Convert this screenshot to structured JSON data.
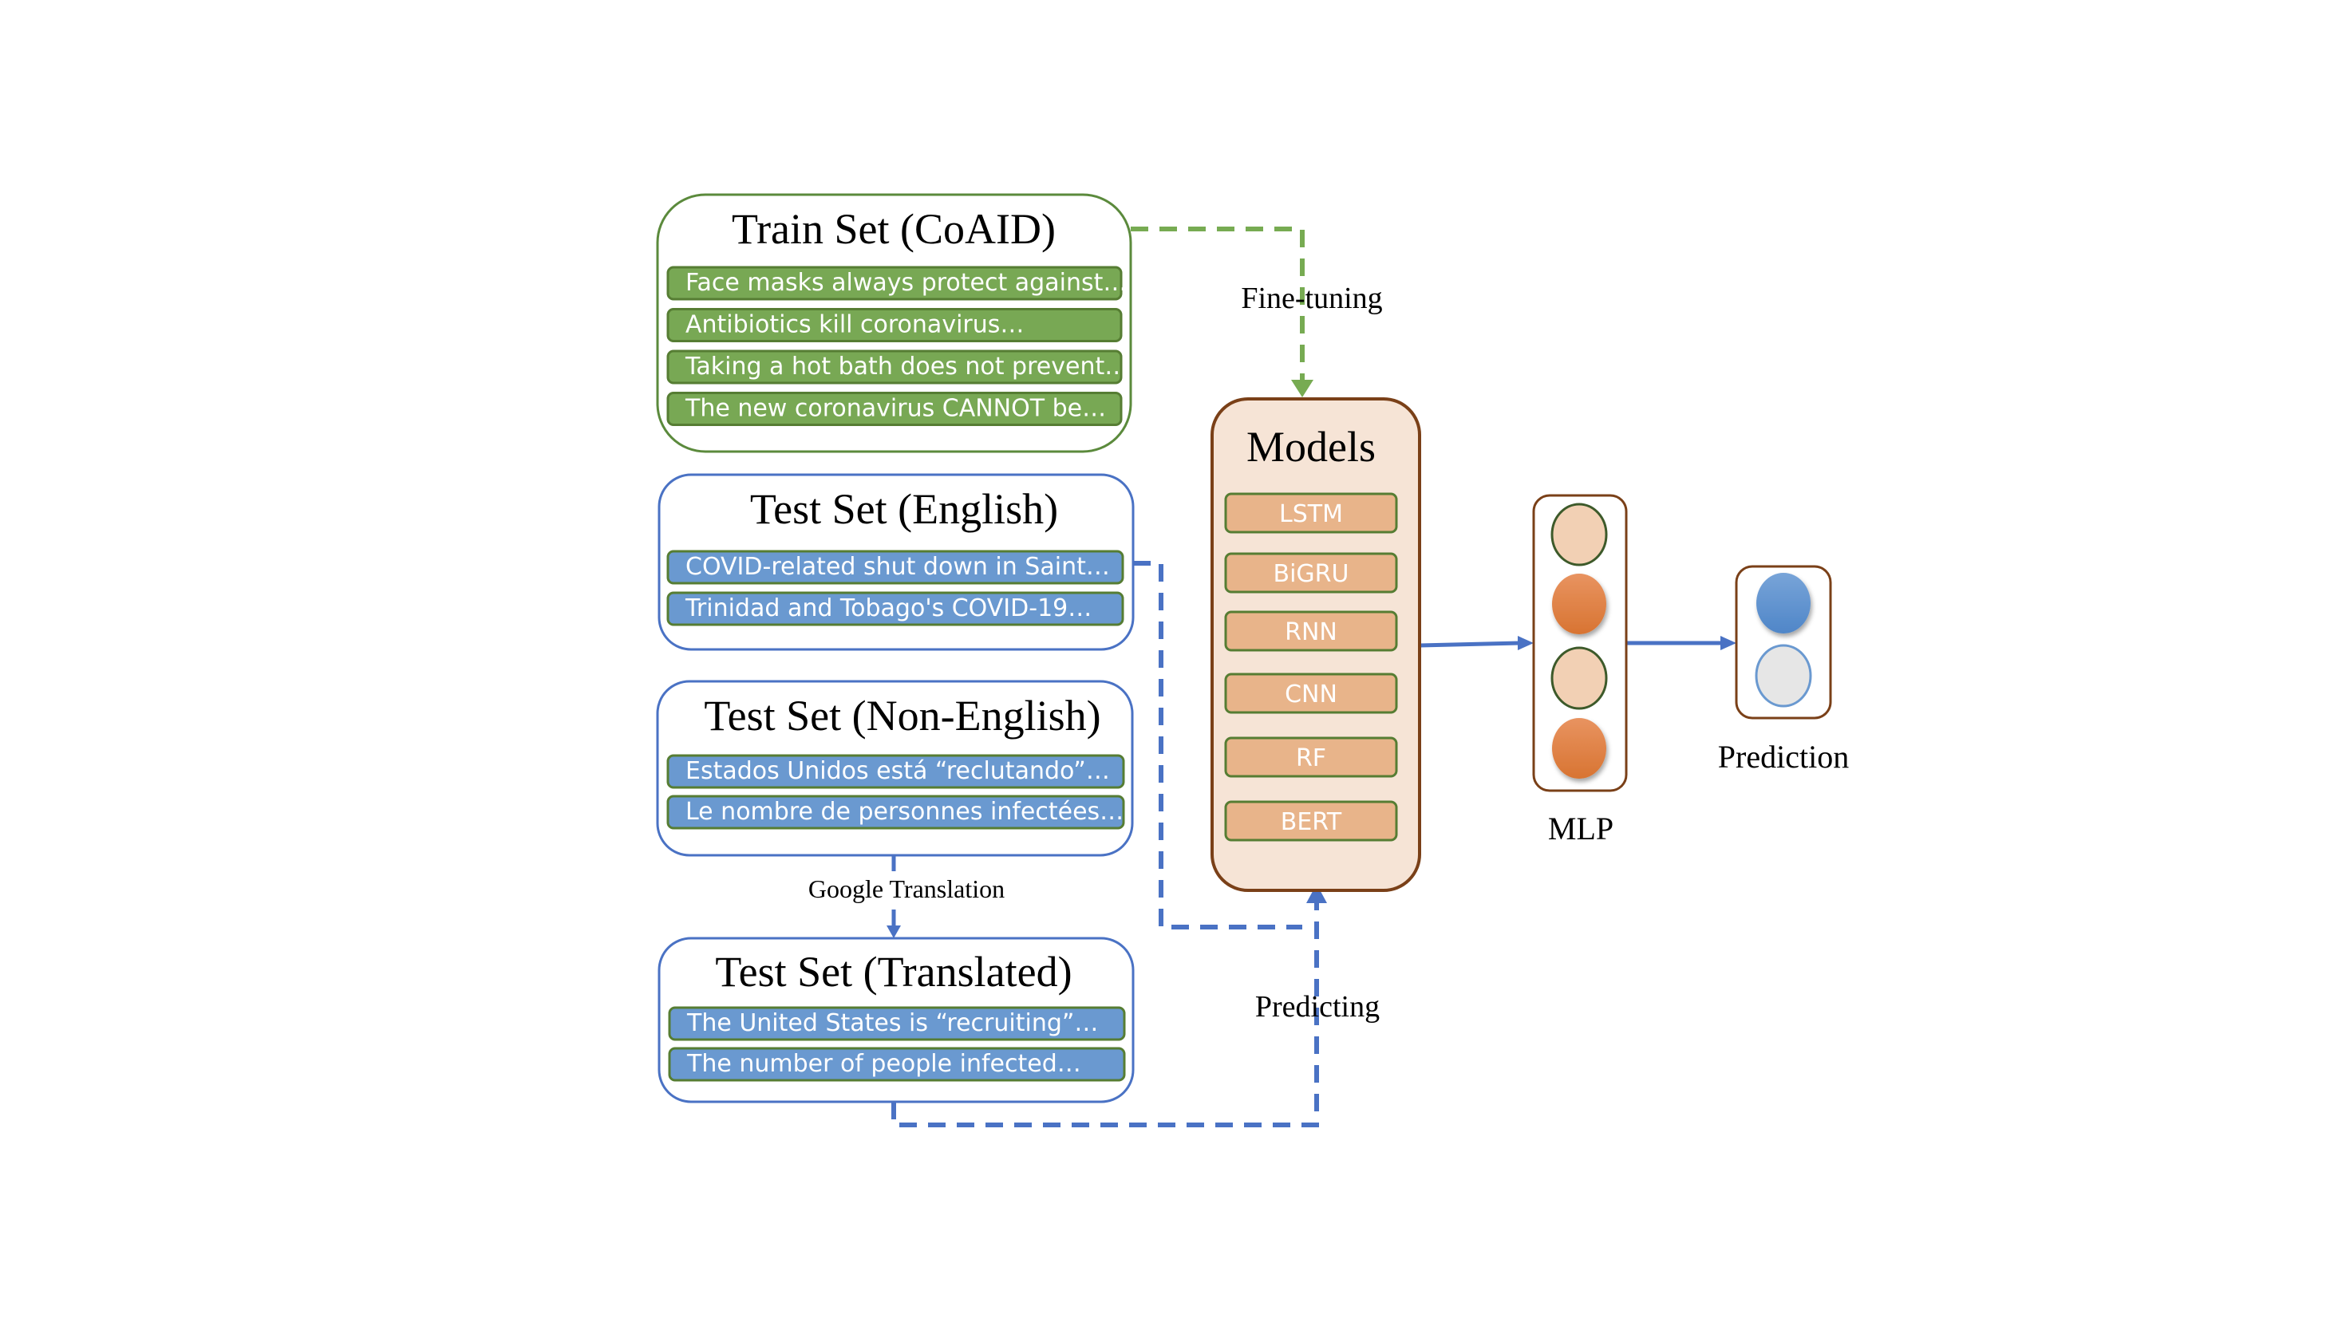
{
  "diagram": {
    "train_set": {
      "title": "Train Set (CoAID)",
      "items": [
        "Face masks always protect against…",
        "Antibiotics kill coronavirus…",
        "Taking a hot bath does not prevent…",
        "The new coronavirus CANNOT be…"
      ]
    },
    "test_english": {
      "title": "Test Set (English)",
      "items": [
        "COVID-related shut down in Saint…",
        "Trinidad and Tobago's COVID-19…"
      ]
    },
    "test_non_english": {
      "title": "Test Set (Non-English)",
      "items": [
        "Estados Unidos está “reclutando”…",
        "Le nombre de personnes infectées…"
      ]
    },
    "test_translated": {
      "title": "Test Set (Translated)",
      "items": [
        "The United States is “recruiting”…",
        "The number of people infected…"
      ]
    },
    "translation_label": "Google Translation",
    "fine_tuning_label": "Fine-tuning",
    "predicting_label": "Predicting",
    "models": {
      "title": "Models",
      "items": [
        "LSTM",
        "BiGRU",
        "RNN",
        "CNN",
        "RF",
        "BERT"
      ]
    },
    "mlp": {
      "label": "MLP",
      "nodes": [
        "light",
        "dark",
        "light",
        "dark"
      ]
    },
    "prediction": {
      "label": "Prediction",
      "nodes": [
        "blue",
        "gray"
      ]
    },
    "colors": {
      "train_border": "#5b8a3c",
      "train_item_fill": "#78a854",
      "test_border": "#4a72c4",
      "test_item_fill": "#6a99d0",
      "item_border": "#567d33",
      "fine_tune_line": "#77ab52",
      "predict_line": "#4a72c4",
      "models_fill": "#f6e4d6",
      "models_border": "#7a4018",
      "model_item_fill": "#e8b48a",
      "mlp_light": "#f2d0b4",
      "mlp_dark": "#e07e3c",
      "pred_blue": "#5b8fd0",
      "pred_gray": "#e6e6e6"
    }
  }
}
